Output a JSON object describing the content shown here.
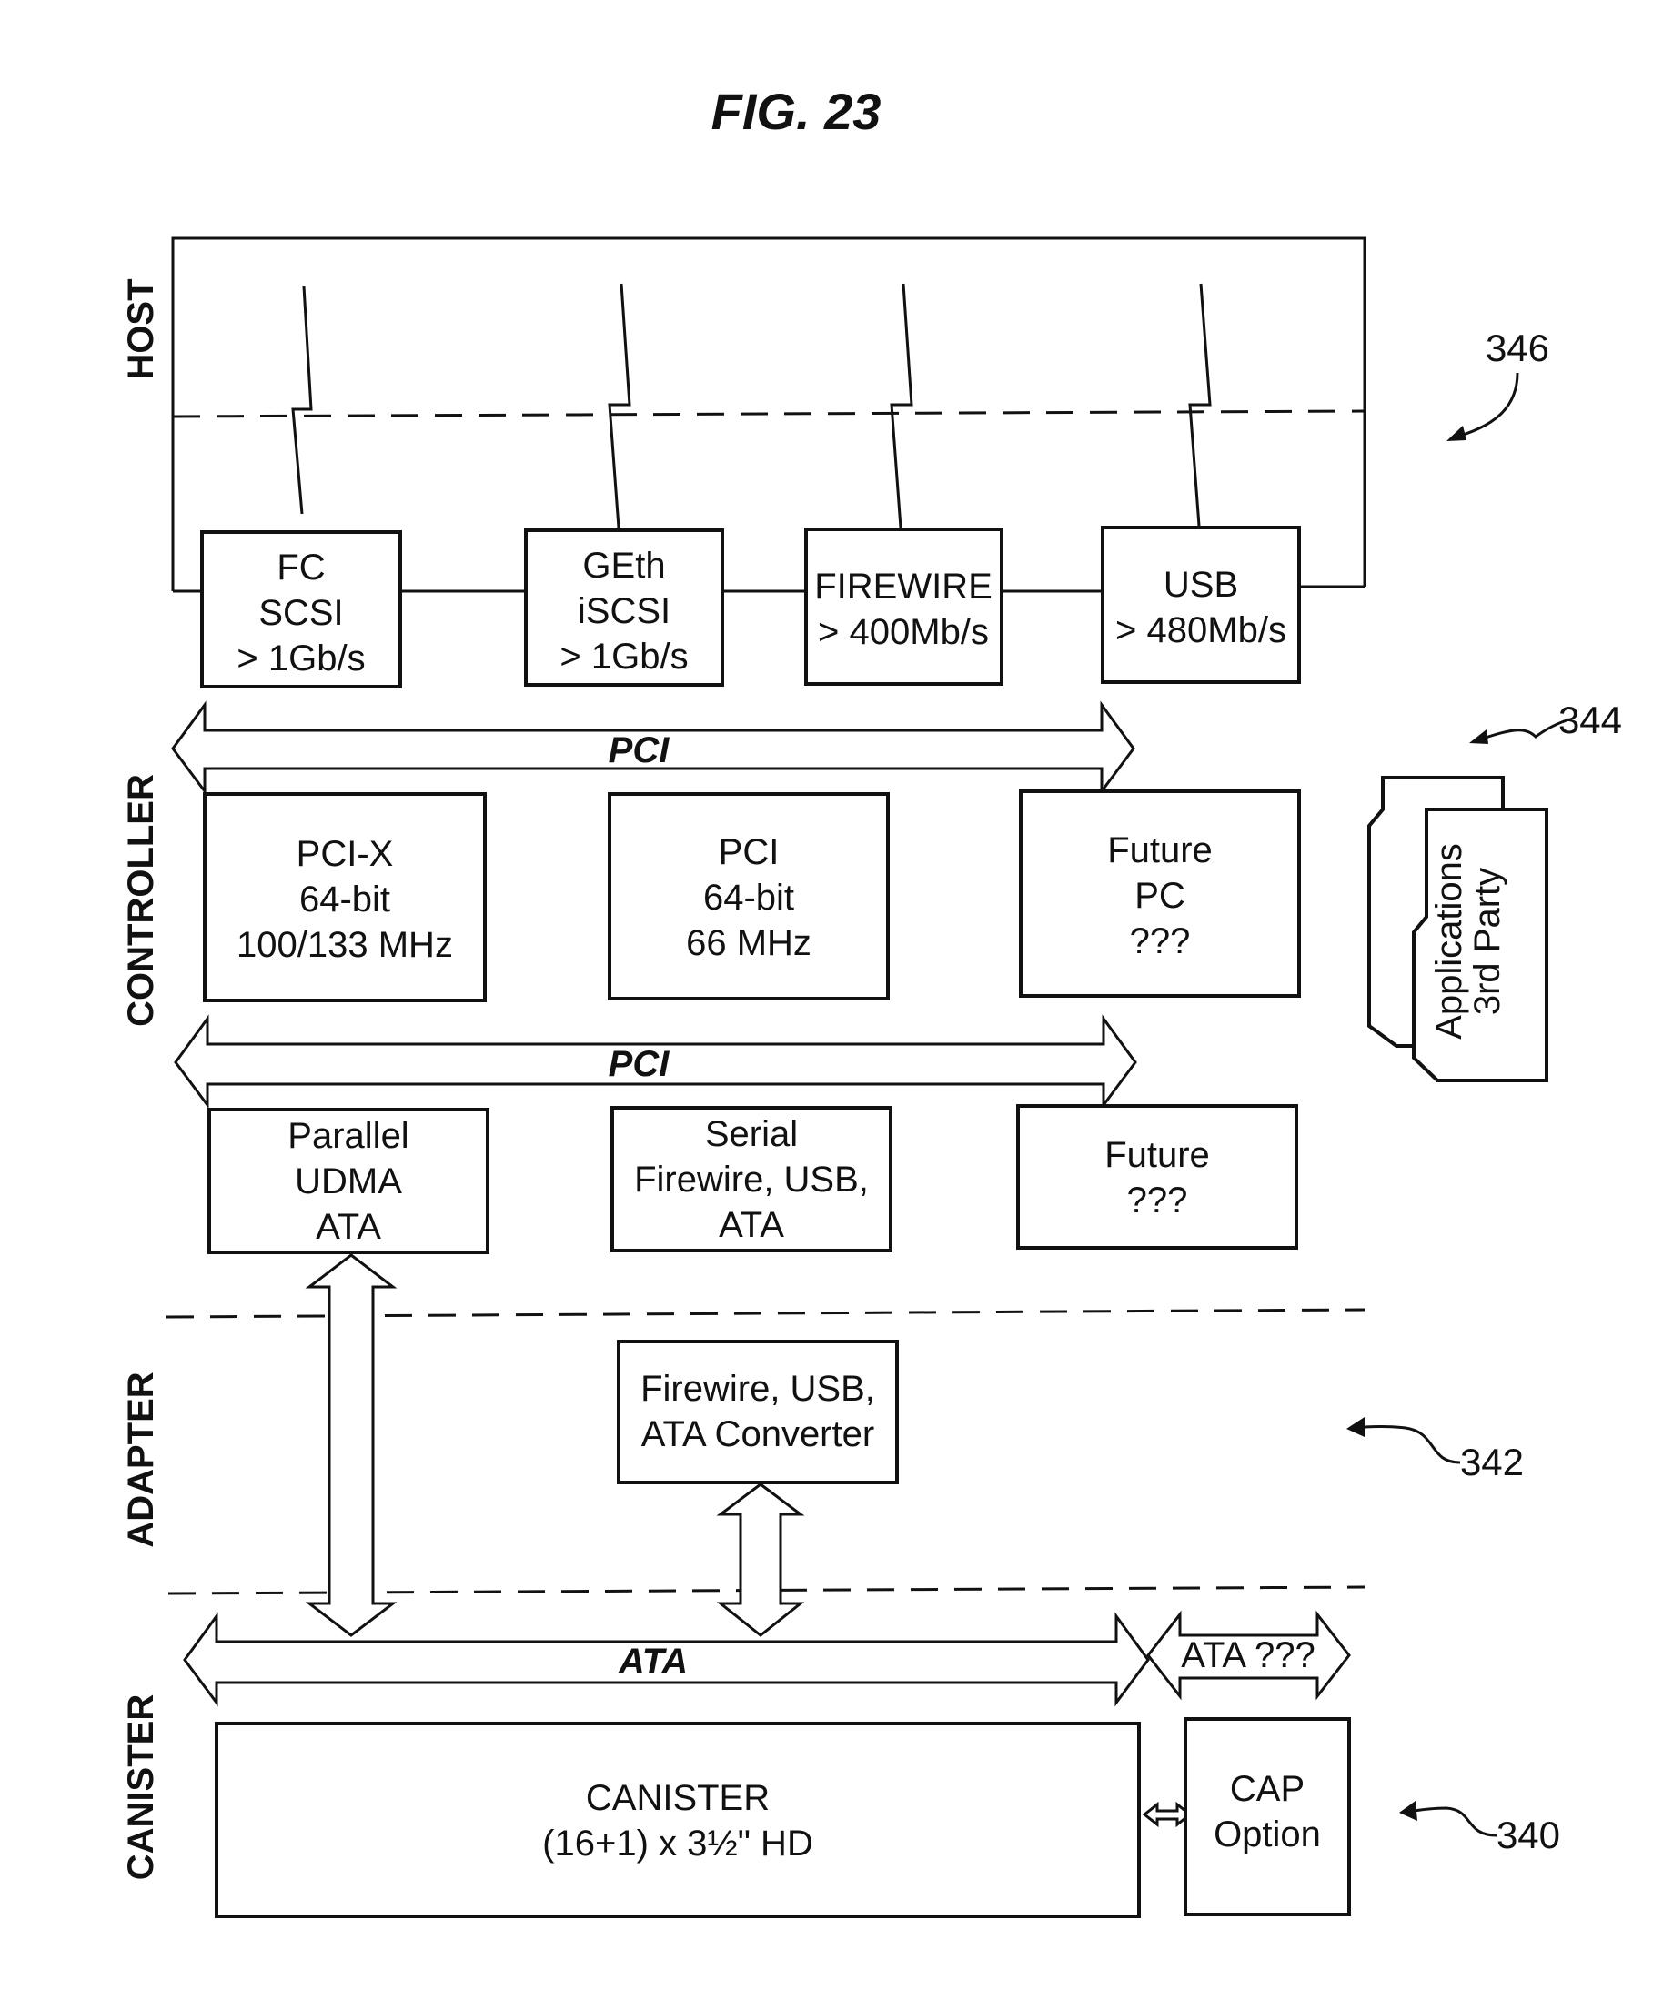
{
  "title": "FIG. 23",
  "layers": {
    "host": "HOST",
    "controller": "CONTROLLER",
    "adapter": "ADAPTER",
    "canister": "CANISTER"
  },
  "refs": {
    "r346": "346",
    "r344": "344",
    "r342": "342",
    "r340": "340"
  },
  "host_boxes": [
    {
      "lines": [
        "FC",
        "SCSI",
        "> 1Gb/s"
      ]
    },
    {
      "lines": [
        "GEth",
        "iSCSI",
        "> 1Gb/s"
      ]
    },
    {
      "lines": [
        "FIREWIRE",
        "> 400Mb/s"
      ]
    },
    {
      "lines": [
        "USB",
        "> 480Mb/s"
      ]
    }
  ],
  "buses": {
    "pci_top": "PCI",
    "pci_bottom": "PCI",
    "ata": "ATA",
    "ata_option": "ATA ???"
  },
  "controller_boxes": [
    {
      "lines": [
        "PCI-X",
        "64-bit",
        "100/133 MHz"
      ]
    },
    {
      "lines": [
        "PCI",
        "64-bit",
        "66 MHz"
      ]
    },
    {
      "lines": [
        "Future",
        "PC",
        "???"
      ]
    }
  ],
  "interface_boxes": [
    {
      "lines": [
        "Parallel",
        "UDMA",
        "ATA"
      ]
    },
    {
      "lines": [
        "Serial",
        "Firewire, USB,",
        "ATA"
      ]
    },
    {
      "lines": [
        "Future",
        "???"
      ]
    }
  ],
  "adapter_box": {
    "lines": [
      "Firewire, USB,",
      "ATA Converter"
    ]
  },
  "applications": {
    "lines": [
      "Applications",
      "3rd Party"
    ]
  },
  "canister_box": {
    "lines": [
      "CANISTER",
      "(16+1) x 3½\" HD"
    ]
  },
  "cap_box": {
    "lines": [
      "CAP",
      "Option"
    ]
  }
}
